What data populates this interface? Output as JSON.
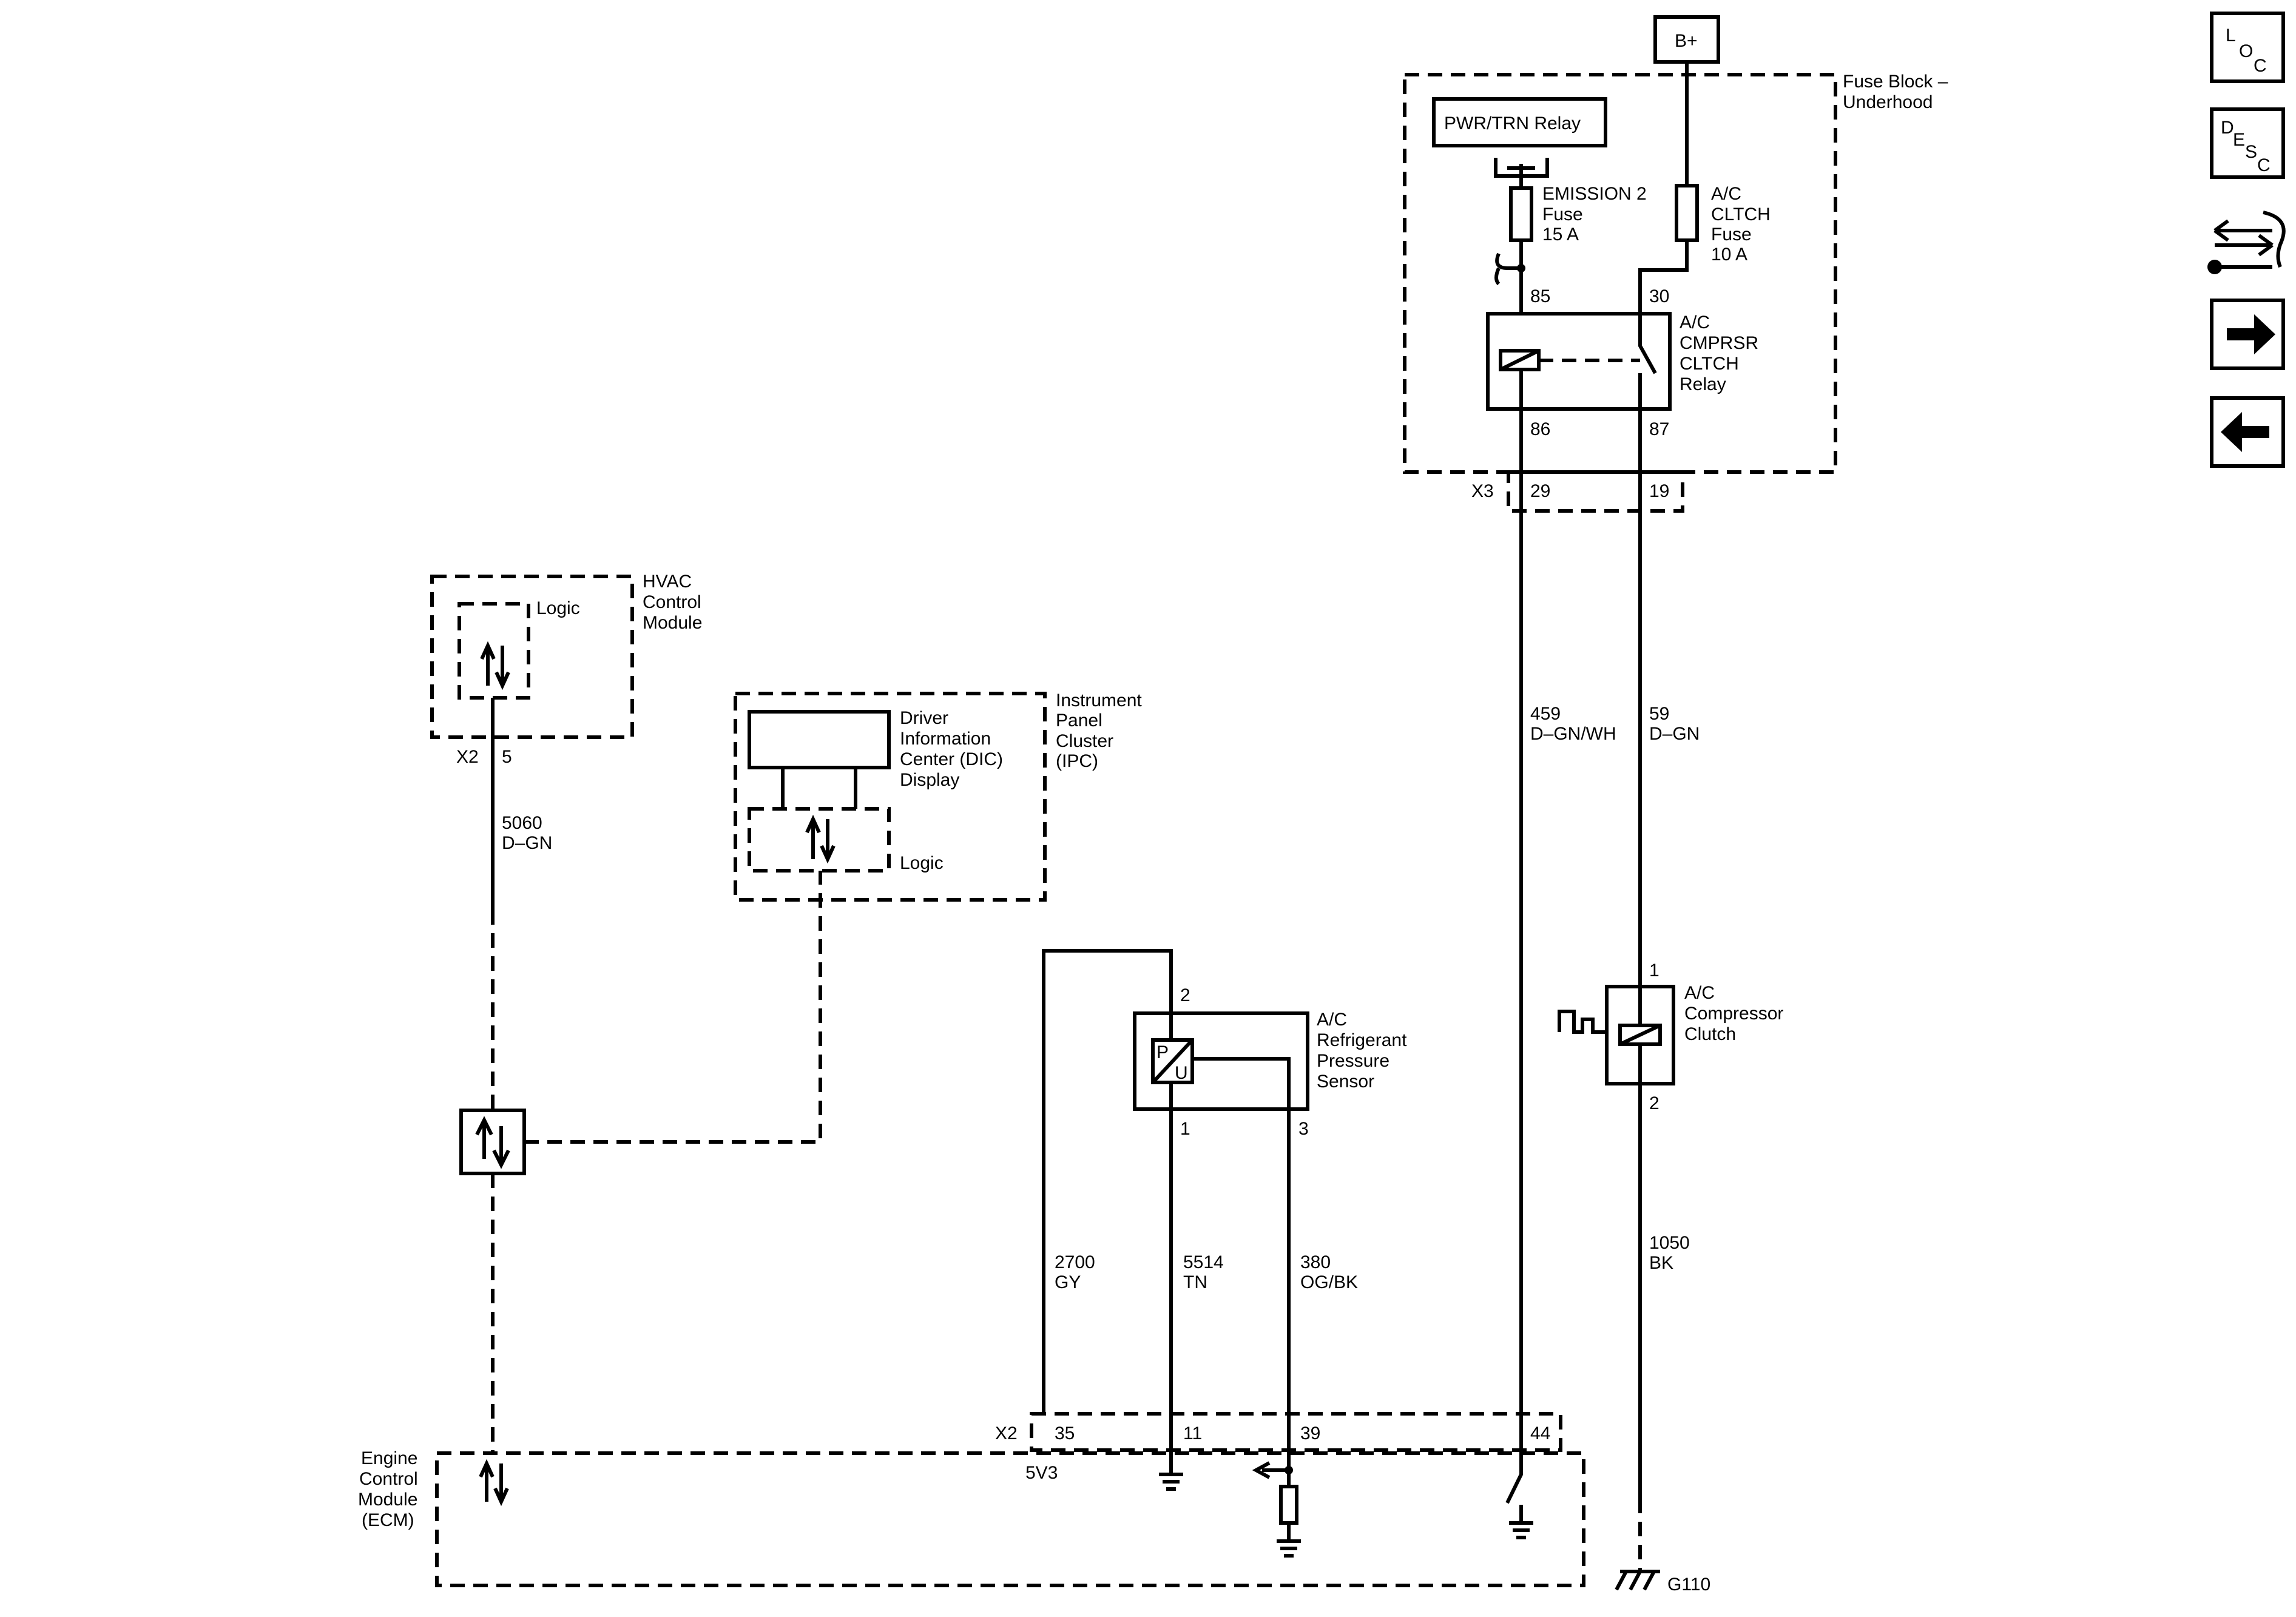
{
  "nav": {
    "loc": {
      "big": "L",
      "mid": "O",
      "small": "C"
    },
    "desc": {
      "big": "D",
      "mid": "E",
      "s": "S",
      "c": "C"
    },
    "icons": [
      "location-icon",
      "description-icon",
      "connector-tools-icon",
      "arrow-right-icon",
      "arrow-left-icon"
    ]
  },
  "power": {
    "bplus": "B+",
    "relay_box": "PWR/TRN Relay"
  },
  "fuse_block": {
    "label": [
      "Fuse Block –",
      "Underhood"
    ],
    "emission_fuse": [
      "EMISSION 2",
      "Fuse",
      "15 A"
    ],
    "ac_fuse": [
      "A/C",
      "CLTCH",
      "Fuse",
      "10 A"
    ],
    "relay_label": [
      "A/C",
      "CMPRSR",
      "CLTCH",
      "Relay"
    ],
    "relay_pins": {
      "p85": "85",
      "p30": "30",
      "p86": "86",
      "p87": "87"
    },
    "connector": "X3",
    "conn_pins": {
      "left": "29",
      "right": "19"
    }
  },
  "hvac": {
    "label": [
      "HVAC",
      "Control",
      "Module"
    ],
    "logic": "Logic",
    "conn": "X2",
    "pin": "5"
  },
  "ipc": {
    "label": [
      "Instrument",
      "Panel",
      "Cluster",
      "(IPC)"
    ],
    "dic": [
      "Driver",
      "Information",
      "Center (DIC)",
      "Display"
    ],
    "logic": "Logic"
  },
  "sensor": {
    "label": [
      "A/C",
      "Refrigerant",
      "Pressure",
      "Sensor"
    ],
    "pins": {
      "p1": "1",
      "p2": "2",
      "p3": "3"
    },
    "p": "P",
    "u": "U"
  },
  "clutch": {
    "label": [
      "A/C",
      "Compressor",
      "Clutch"
    ],
    "pin_top": "1",
    "pin_bottom": "2"
  },
  "wires": {
    "w5060": [
      "5060",
      "D–GN"
    ],
    "w459": [
      "459",
      "D–GN/WH"
    ],
    "w59": [
      "59",
      "D–GN"
    ],
    "w2700": [
      "2700",
      "GY"
    ],
    "w5514": [
      "5514",
      "TN"
    ],
    "w380": [
      "380",
      "OG/BK"
    ],
    "w1050": [
      "1050",
      "BK"
    ]
  },
  "ecm": {
    "label": [
      "Engine",
      "Control",
      "Module",
      "(ECM)"
    ],
    "conn": "X2",
    "pins": {
      "p35": "35",
      "p11": "11",
      "p39": "39",
      "p44": "44"
    },
    "ref": "5V3"
  },
  "ground": "G110"
}
